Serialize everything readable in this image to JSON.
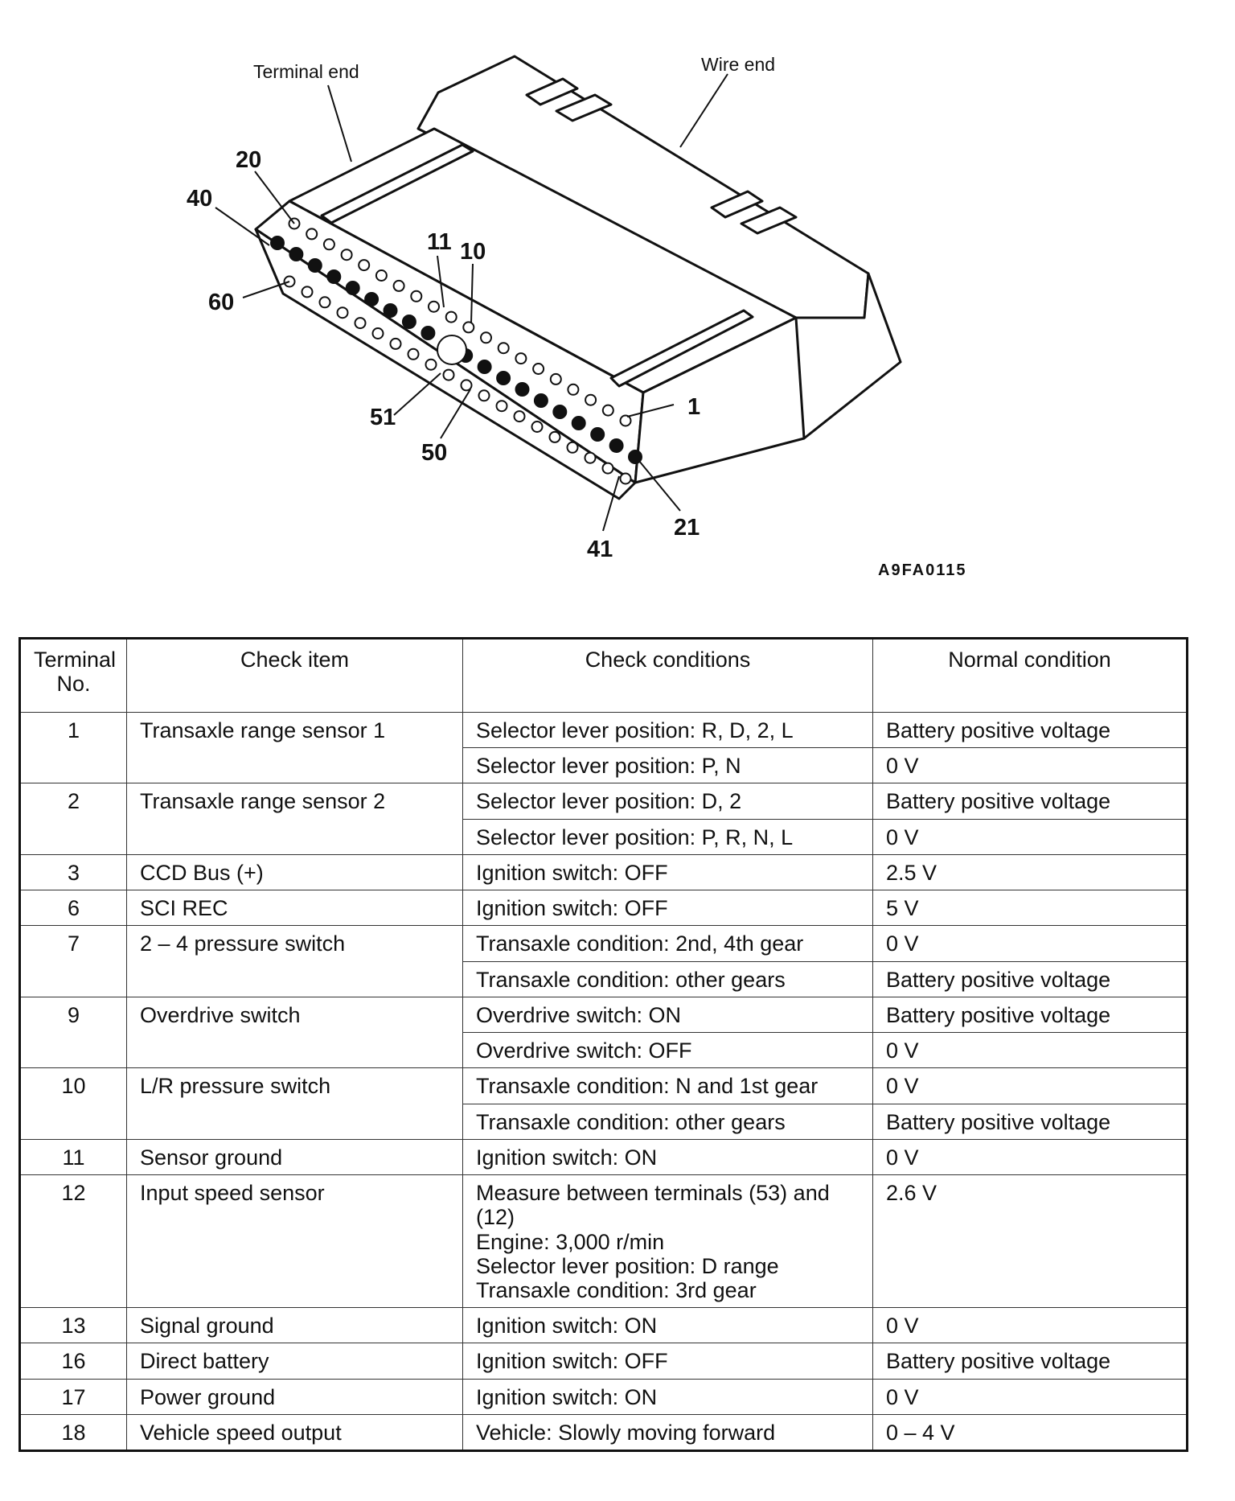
{
  "figure": {
    "labels": {
      "terminal_end": "Terminal end",
      "wire_end": "Wire end"
    },
    "callouts": [
      "20",
      "40",
      "11",
      "10",
      "60",
      "1",
      "51",
      "50",
      "21",
      "41"
    ],
    "figure_id": "A9FA0115"
  },
  "table": {
    "headers": {
      "terminal_no": "Terminal No.",
      "check_item": "Check item",
      "check_conditions": "Check conditions",
      "normal_condition": "Normal condition"
    },
    "rows": [
      {
        "terminal": "1",
        "item": "Transaxle range sensor 1",
        "conditions": [
          {
            "condition": "Selector lever position: R, D, 2, L",
            "normal": "Battery positive voltage"
          },
          {
            "condition": "Selector lever position: P, N",
            "normal": "0 V"
          }
        ]
      },
      {
        "terminal": "2",
        "item": "Transaxle range sensor 2",
        "conditions": [
          {
            "condition": "Selector lever position: D, 2",
            "normal": "Battery positive voltage"
          },
          {
            "condition": "Selector lever position: P, R, N, L",
            "normal": "0 V"
          }
        ]
      },
      {
        "terminal": "3",
        "item": "CCD Bus (+)",
        "conditions": [
          {
            "condition": "Ignition switch: OFF",
            "normal": "2.5 V"
          }
        ]
      },
      {
        "terminal": "6",
        "item": "SCI REC",
        "conditions": [
          {
            "condition": "Ignition switch: OFF",
            "normal": "5 V"
          }
        ]
      },
      {
        "terminal": "7",
        "item": "2 – 4 pressure switch",
        "conditions": [
          {
            "condition": "Transaxle condition: 2nd, 4th gear",
            "normal": "0 V"
          },
          {
            "condition": "Transaxle condition: other gears",
            "normal": "Battery positive voltage"
          }
        ]
      },
      {
        "terminal": "9",
        "item": "Overdrive switch",
        "conditions": [
          {
            "condition": "Overdrive switch: ON",
            "normal": "Battery positive voltage"
          },
          {
            "condition": "Overdrive switch: OFF",
            "normal": "0 V"
          }
        ]
      },
      {
        "terminal": "10",
        "item": "L/R pressure switch",
        "conditions": [
          {
            "condition": "Transaxle condition: N and 1st gear",
            "normal": "0 V"
          },
          {
            "condition": "Transaxle condition: other gears",
            "normal": "Battery positive voltage"
          }
        ]
      },
      {
        "terminal": "11",
        "item": "Sensor ground",
        "conditions": [
          {
            "condition": "Ignition switch: ON",
            "normal": "0 V"
          }
        ]
      },
      {
        "terminal": "12",
        "item": "Input speed sensor",
        "conditions": [
          {
            "condition_lines": [
              "Measure between terminals (53) and (12)",
              "Engine: 3,000 r/min",
              "Selector lever position: D range",
              "Transaxle condition: 3rd gear"
            ],
            "normal": "2.6 V"
          }
        ]
      },
      {
        "terminal": "13",
        "item": "Signal ground",
        "conditions": [
          {
            "condition": "Ignition switch: ON",
            "normal": "0 V"
          }
        ]
      },
      {
        "terminal": "16",
        "item": "Direct battery",
        "conditions": [
          {
            "condition": "Ignition switch: OFF",
            "normal": "Battery positive voltage"
          }
        ]
      },
      {
        "terminal": "17",
        "item": "Power ground",
        "conditions": [
          {
            "condition": "Ignition switch: ON",
            "normal": "0 V"
          }
        ]
      },
      {
        "terminal": "18",
        "item": "Vehicle speed output",
        "conditions": [
          {
            "condition": "Vehicle: Slowly moving forward",
            "normal": "0 – 4 V"
          }
        ]
      }
    ]
  }
}
